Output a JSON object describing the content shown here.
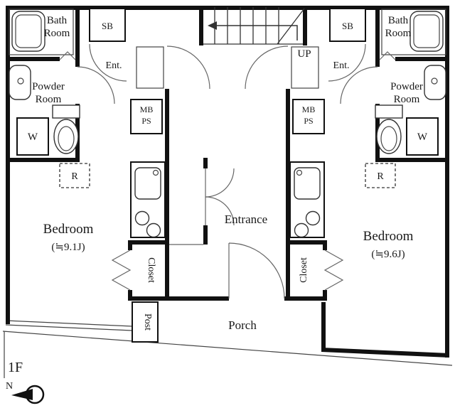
{
  "plan": {
    "floor_label": "1F",
    "compass_n": "N",
    "stairs_up": "UP",
    "entrance": "Entrance",
    "porch": "Porch",
    "post": "Post"
  },
  "unit_left": {
    "bath_line1": "Bath",
    "bath_line2": "Room",
    "shoebox": "SB",
    "entry": "Ent.",
    "powder_line1": "Powder",
    "powder_line2": "Room",
    "washer": "W",
    "meter_line1": "MB",
    "meter_line2": "PS",
    "fridge": "R",
    "bedroom": "Bedroom",
    "bedroom_size": "(≒9.1J)",
    "closet": "Closet"
  },
  "unit_right": {
    "bath_line1": "Bath",
    "bath_line2": "Room",
    "shoebox": "SB",
    "entry": "Ent.",
    "powder_line1": "Powder",
    "powder_line2": "Room",
    "washer": "W",
    "meter_line1": "MB",
    "meter_line2": "PS",
    "fridge": "R",
    "bedroom": "Bedroom",
    "bedroom_size": "(≒9.6J)",
    "closet": "Closet"
  }
}
